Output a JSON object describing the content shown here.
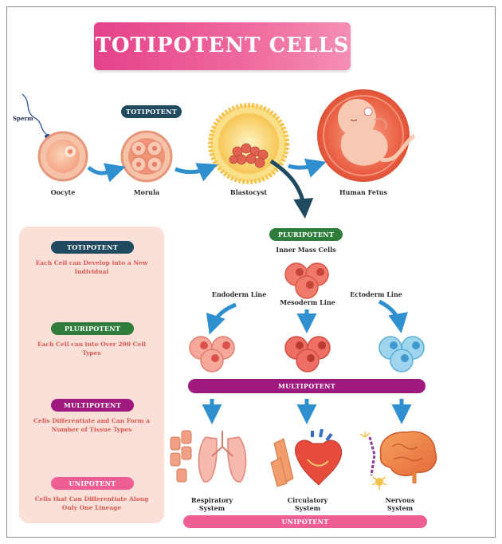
{
  "title": "TOTIPOTENT CELLS",
  "top_stage": {
    "sperm": "Sperm",
    "oocyte": "Oocyte",
    "morula": "Morula",
    "blastocyst": "Blastocyst",
    "fetus": "Human Fetus",
    "totipotent_badge": "TOTIPOTENT"
  },
  "pluripotent_badge": "PLURIPOTENT",
  "inner_mass": "Inner Mass Cells",
  "lines": {
    "endoderm": "Endoderm Line",
    "mesoderm": "Mesoderm Line",
    "ectoderm": "Ectoderm Line"
  },
  "multipotent_bar": "MULTIPOTENT",
  "systems": {
    "respiratory": "Respiratory System",
    "circulatory": "Circulatory System",
    "nervous": "Nervous System"
  },
  "unipotent_bar": "UNIPOTENT",
  "legend": [
    {
      "badge": "TOTIPOTENT",
      "color": "#1f4a60",
      "text": "Each Cell can Develop into a New Individual"
    },
    {
      "badge": "PLURIPOTENT",
      "color": "#2f7d3a",
      "text": "Each Cell can into Over 200 Cell Types"
    },
    {
      "badge": "MULTIPOTENT",
      "color": "#a0197e",
      "text": "Cells Differentiate and Can Form a Number of Tissue Types"
    },
    {
      "badge": "UNIPOTENT",
      "color": "#ef5e93",
      "text": "Cells that Can Differentiate Along Only One Lineage"
    }
  ],
  "colors": {
    "navy": "#1f4a60",
    "green": "#2f7d3a",
    "purple": "#a0197e",
    "pink": "#ef5e93",
    "arrow_blue": "#2f8fcf",
    "text_red": "#d85a52"
  }
}
